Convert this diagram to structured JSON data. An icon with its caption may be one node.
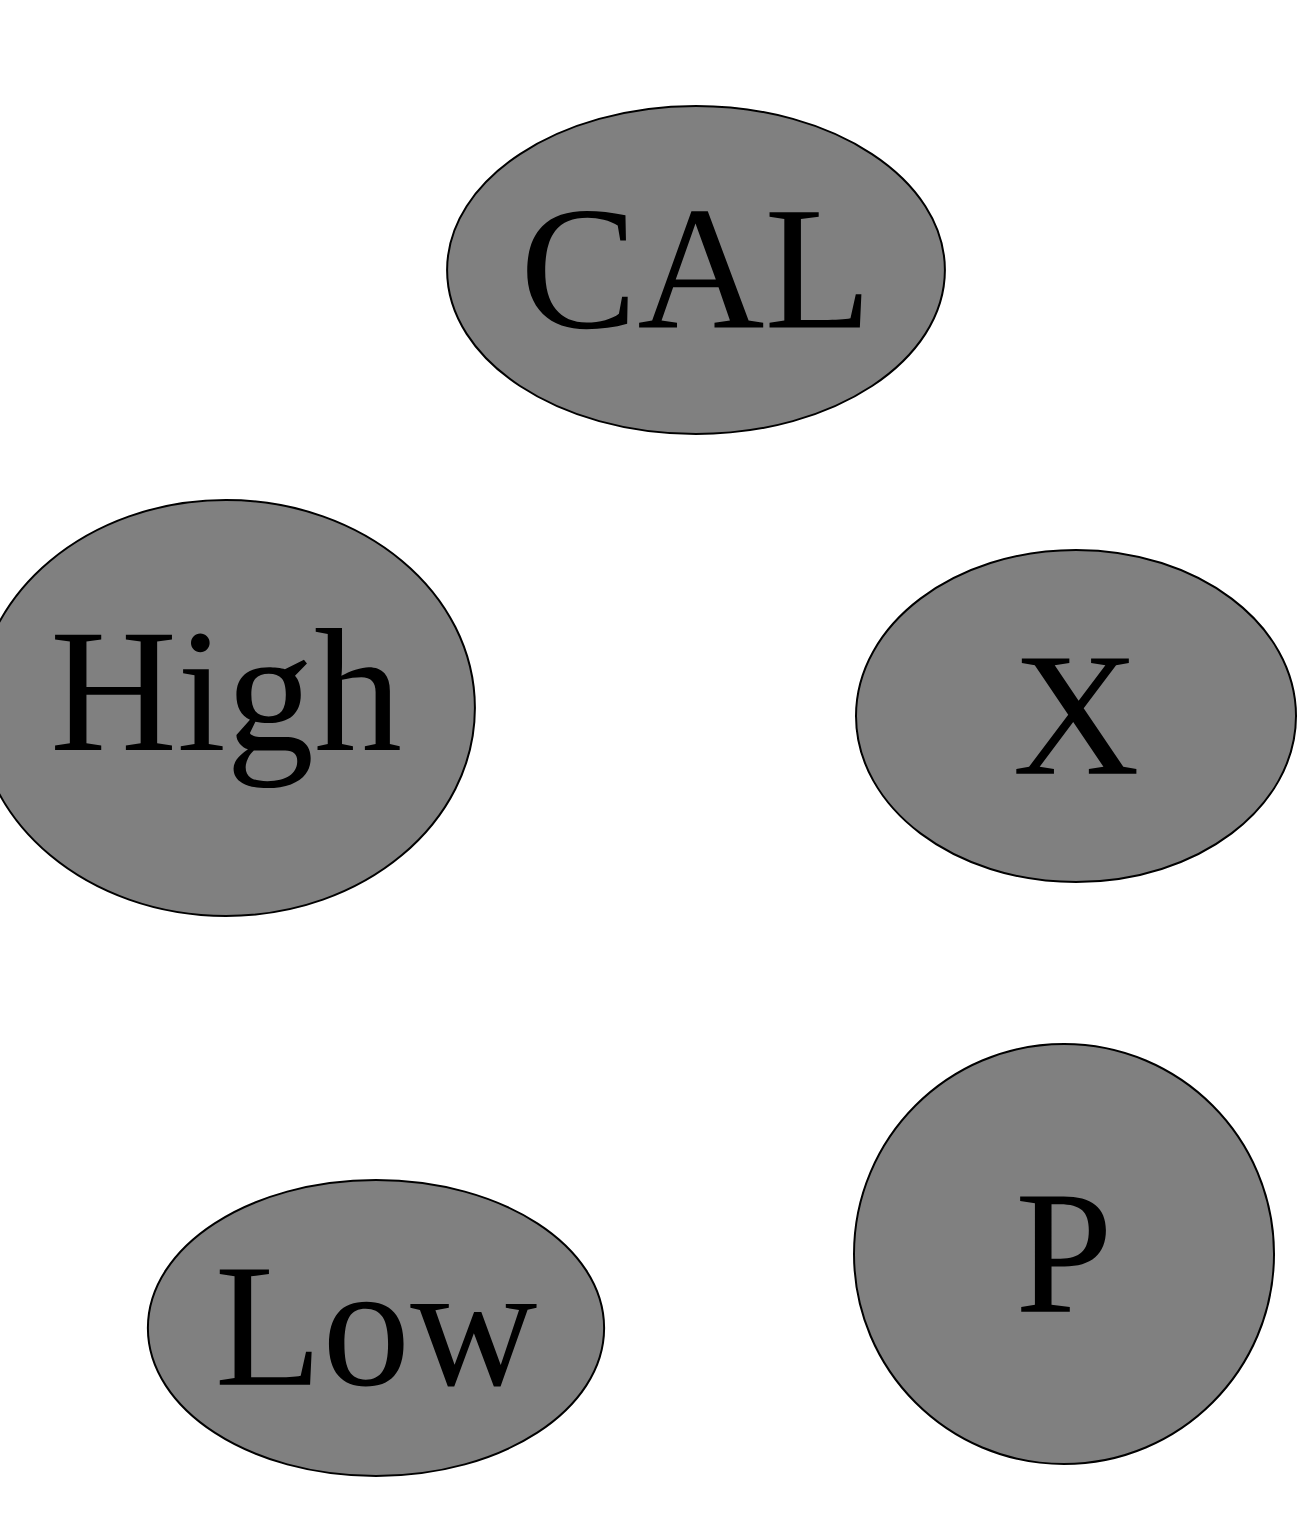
{
  "diagram": {
    "nodes": [
      {
        "text": [
          "CAL"
        ]
      },
      {
        "text": [
          "High"
        ]
      },
      {
        "text": [
          "X"
        ]
      },
      {
        "text": [
          "Low"
        ]
      },
      {
        "text": [
          "P"
        ]
      }
    ]
  }
}
